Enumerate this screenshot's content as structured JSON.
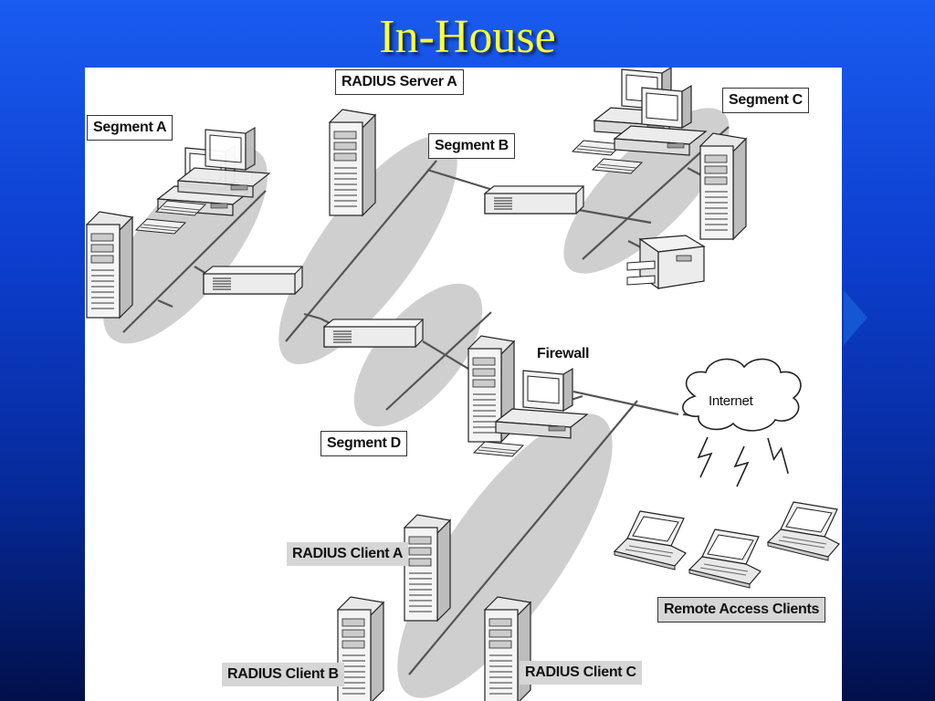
{
  "title": "In-House",
  "labels": {
    "radius_server_a": "RADIUS Server A",
    "segment_a": "Segment A",
    "segment_b": "Segment B",
    "segment_c": "Segment C",
    "segment_d": "Segment D",
    "firewall": "Firewall",
    "internet": "Internet",
    "radius_client_a": "RADIUS Client A",
    "radius_client_b": "RADIUS Client B",
    "radius_client_c": "RADIUS Client C",
    "remote_access_clients": "Remote Access Clients"
  },
  "colors": {
    "title": "#ffff33",
    "segment_ellipse": "#cfcfcf",
    "line": "#555555",
    "label_shade": "#d6d6d6"
  }
}
